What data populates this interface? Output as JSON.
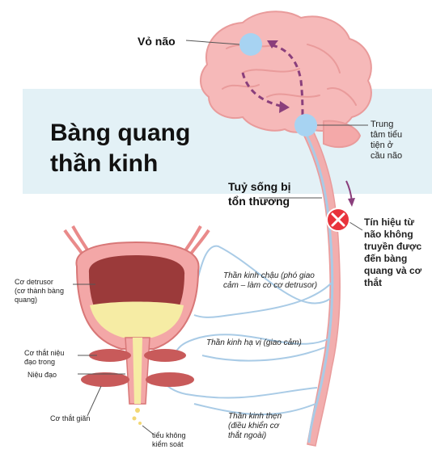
{
  "title": {
    "line1": "Bàng quang",
    "line2": "thần kinh"
  },
  "labels": {
    "cortex": "Vỏ não",
    "pons_l1": "Trung",
    "pons_l2": "tâm tiểu",
    "pons_l3": "tiện ở",
    "pons_l4": "cầu não",
    "spinal_l1": "Tuỷ sống bị",
    "spinal_l2": "tổn thương",
    "signal_l1": "Tín hiệu từ",
    "signal_l2": "não không",
    "signal_l3": "truyền được",
    "signal_l4": "đến bàng",
    "signal_l5": "quang và cơ",
    "signal_l6": "thắt",
    "detrusor_l1": "Cơ detrusor",
    "detrusor_l2": "(cơ thành bàng",
    "detrusor_l3": "quang)",
    "internal_l1": "Cơ thắt niệu",
    "internal_l2": "đạo trong",
    "urethra": "Niệu đạo",
    "relaxed": "Cơ thắt giãn",
    "incontinence_l1": "tiểu không",
    "incontinence_l2": "kiểm soát",
    "pelvic_l1": "Thần kinh chậu (phó giao",
    "pelvic_l2": "cảm – làm co cơ detrusor)",
    "hypogastric": "Thần kinh hạ vị (giao cảm)",
    "pudendal_l1": "Thần kinh thẹn",
    "pudendal_l2": "(điều khiển cơ",
    "pudendal_l3": "thắt ngoài)"
  },
  "colors": {
    "brain": "#f6b9b9",
    "brain_outline": "#e99b9b",
    "spine": "#f2aeae",
    "nerve": "#a9cbe6",
    "bladder_wall": "#e98a8a",
    "urine": "#f6eca4",
    "muscle": "#c85a5a",
    "center_dot": "#a7d3f2",
    "arrow": "#8a3f7c",
    "error": "#e8333c"
  }
}
